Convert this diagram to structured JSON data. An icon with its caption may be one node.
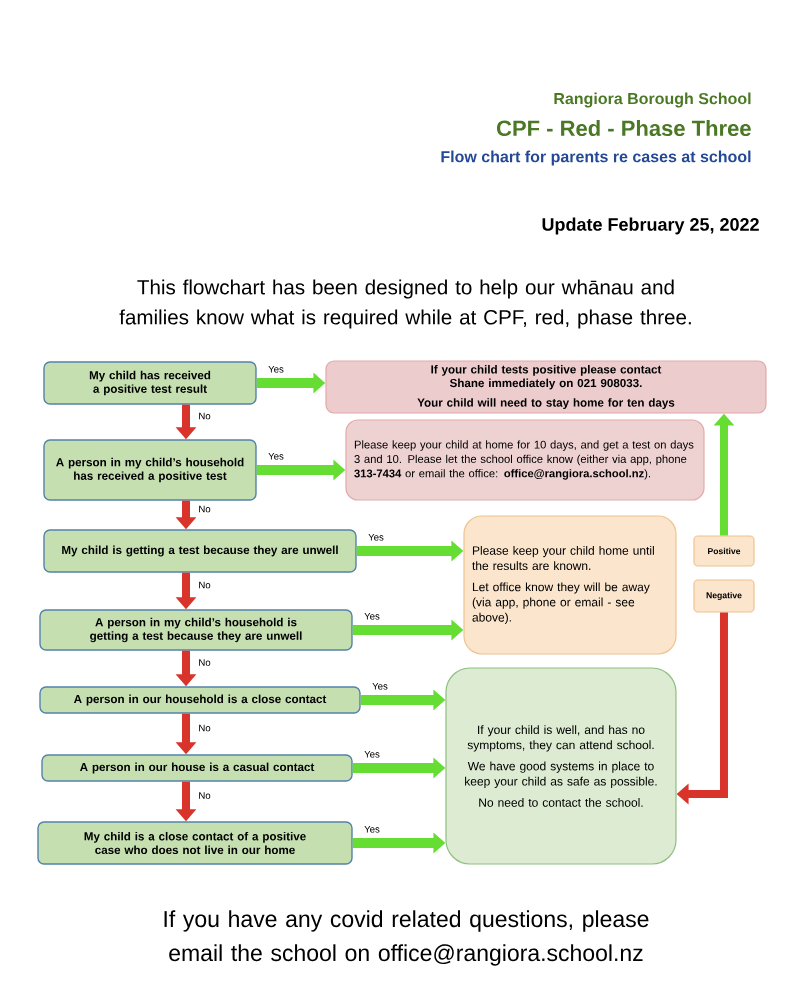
{
  "diagram": {
    "title": "CPF - Red - Phase Three",
    "nodes": [
      {
        "text": [
          "My child has received a positive test result"
        ]
      },
      {
        "text": [
          "A person in my child’s household has received a positive test"
        ]
      },
      {
        "text": [
          "My child is getting a test because they are unwell"
        ]
      },
      {
        "text": [
          "A person in my child’s household is getting a test because they are unwell"
        ]
      },
      {
        "text": [
          "A person in our household is a close contact"
        ]
      },
      {
        "text": [
          "A person in our house is a casual contact"
        ]
      },
      {
        "text": [
          "My child is a close contact of a positive case who does not live in our home"
        ]
      },
      {
        "text": [
          "If your child tests positive please contact Shane immediately on 021 908033.",
          "Your child will need to stay home for ten days"
        ]
      },
      {
        "text": [
          "Please keep your child at home for 10 days, and get a test on days 3 and 10.   Please let the school office know (either via app, phone **313-7434** or email the office: **office@rangiora.school.nz**)."
        ]
      },
      {
        "text": [
          "Please keep your child home until the results are known.",
          "Let office know they will be away (via app, phone or email - see above)."
        ]
      },
      {
        "text": [
          "If your child is well, and has no symptoms,  they can attend school.",
          "We have good systems in place to keep your child as safe as possible.",
          "No need to contact the school."
        ]
      },
      {
        "text": [
          "Positive"
        ]
      },
      {
        "text": [
          "Negative"
        ]
      }
    ],
    "edges": [
      {
        "from": 0,
        "to": 7,
        "arrow": "to",
        "label": "Yes"
      },
      {
        "from": 0,
        "to": 1,
        "arrow": "to",
        "label": "No",
        "color": "#d9342b"
      },
      {
        "from": 1,
        "to": 8,
        "arrow": "to",
        "label": "Yes"
      },
      {
        "from": 1,
        "to": 2,
        "arrow": "to",
        "label": "No",
        "color": "#d9342b"
      },
      {
        "from": 2,
        "to": 9,
        "arrow": "to",
        "label": "Yes"
      },
      {
        "from": 2,
        "to": 3,
        "arrow": "to",
        "label": "No",
        "color": "#d9342b"
      },
      {
        "from": 3,
        "to": 9,
        "arrow": "to",
        "label": "Yes"
      },
      {
        "from": 3,
        "to": 4,
        "arrow": "to",
        "label": "No",
        "color": "#d9342b"
      },
      {
        "from": 4,
        "to": 10,
        "arrow": "to",
        "label": "Yes"
      },
      {
        "from": 4,
        "to": 5,
        "arrow": "to",
        "label": "No",
        "color": "#d9342b"
      },
      {
        "from": 5,
        "to": 10,
        "arrow": "to",
        "label": "Yes"
      },
      {
        "from": 5,
        "to": 6,
        "arrow": "to",
        "label": "No",
        "color": "#d9342b"
      },
      {
        "from": 6,
        "to": 10,
        "arrow": "to",
        "label": "Yes"
      },
      {
        "from": 11,
        "to": 7,
        "arrow": "to"
      },
      {
        "from": 12,
        "to": 10,
        "arrow": "to",
        "color": "#d9342b"
      }
    ],
    "labels": [
      "Rangiora Borough School",
      "Flow chart for parents re cases at school",
      "Update February 25, 2022",
      "This flowchart has been designed to help our whānau and families know what is required while at CPF, red, phase three.",
      "If you have any covid related questions, please email the school on office@rangiora.school.nz"
    ]
  }
}
